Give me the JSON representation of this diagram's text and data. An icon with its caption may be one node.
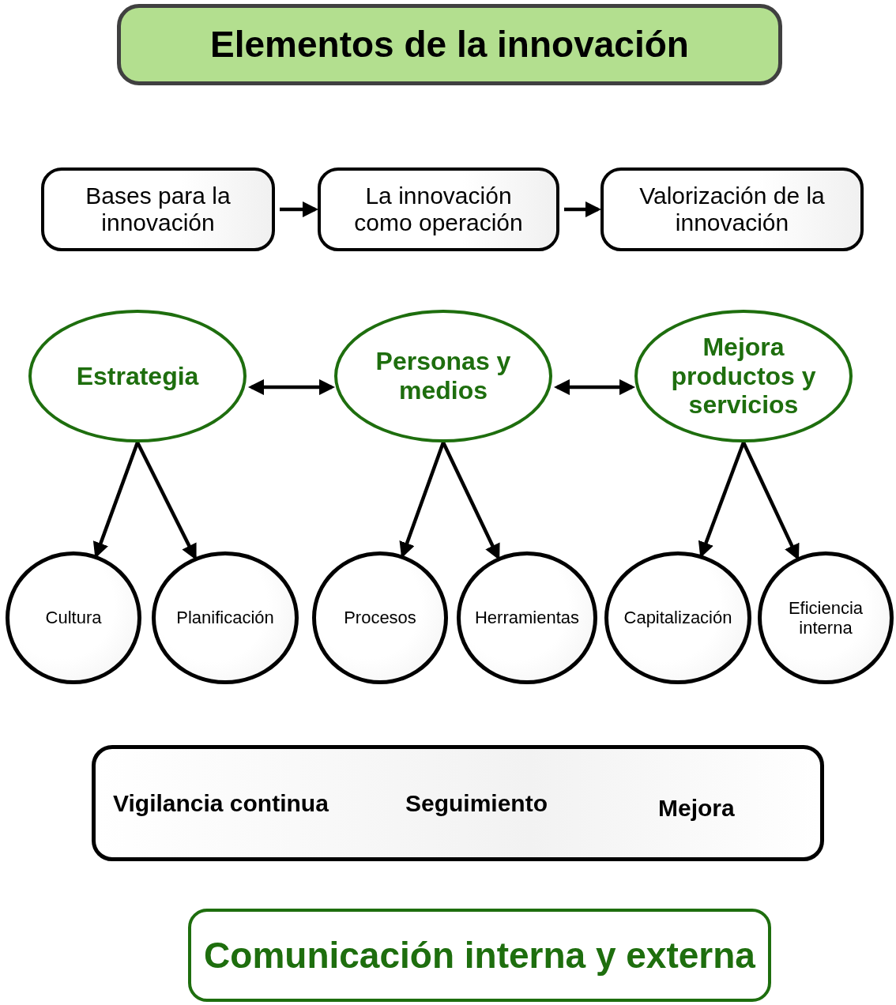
{
  "diagram": {
    "nodes": [
      {
        "text": [
          "Elementos de la innovación"
        ]
      },
      {
        "text": [
          "Bases para la innovación"
        ]
      },
      {
        "text": [
          "La innovación como operación"
        ]
      },
      {
        "text": [
          "Valorización de la innovación"
        ]
      },
      {
        "text": [
          "Estrategia"
        ]
      },
      {
        "text": [
          "Personas y medios"
        ]
      },
      {
        "text": [
          "Mejora productos y servicios"
        ]
      },
      {
        "text": [
          "Cultura"
        ]
      },
      {
        "text": [
          "Planificación"
        ]
      },
      {
        "text": [
          "Procesos"
        ]
      },
      {
        "text": [
          "Herramientas"
        ]
      },
      {
        "text": [
          "Capitalización"
        ]
      },
      {
        "text": [
          "Eficiencia interna"
        ]
      },
      {
        "text": [
          "Vigilancia continua",
          "Seguimiento",
          "Mejora"
        ]
      },
      {
        "text": [
          "Comunicación interna y externa"
        ]
      }
    ],
    "edges": [
      {
        "from": 1,
        "to": 2,
        "arrow": "to"
      },
      {
        "from": 2,
        "to": 3,
        "arrow": "to"
      },
      {
        "from": 4,
        "to": 5,
        "arrow": "both"
      },
      {
        "from": 5,
        "to": 6,
        "arrow": "both"
      },
      {
        "from": 4,
        "to": 7,
        "arrow": "to"
      },
      {
        "from": 4,
        "to": 8,
        "arrow": "to"
      },
      {
        "from": 5,
        "to": 9,
        "arrow": "to"
      },
      {
        "from": 5,
        "to": 10,
        "arrow": "to"
      },
      {
        "from": 6,
        "to": 11,
        "arrow": "to"
      },
      {
        "from": 6,
        "to": 12,
        "arrow": "to"
      }
    ]
  }
}
